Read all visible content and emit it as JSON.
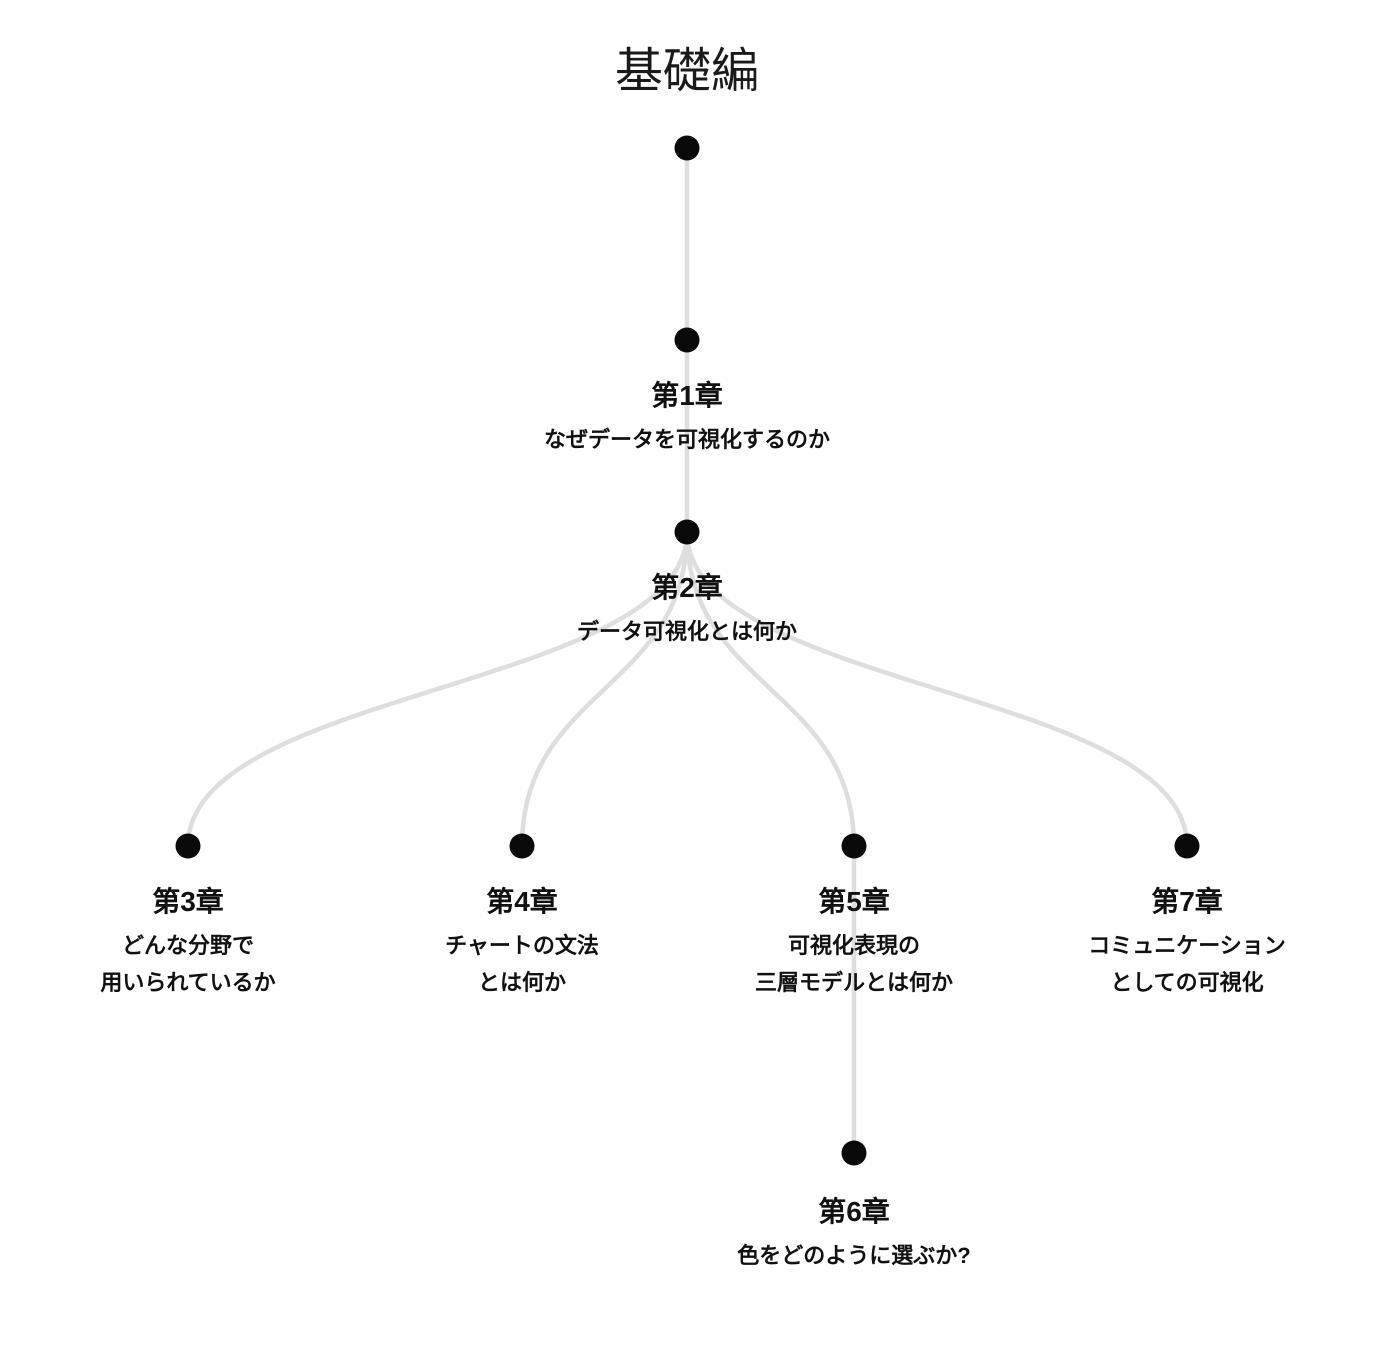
{
  "title": "基礎編",
  "palette": {
    "background": "#ffffff",
    "node_dot": "#0a0a0a",
    "link_line": "#dedede",
    "text": "#111111"
  },
  "nodes": {
    "ch1": {
      "chapter": "第1章",
      "subtitle": "なぜデータを可視化するのか"
    },
    "ch2": {
      "chapter": "第2章",
      "subtitle": "データ可視化とは何か"
    },
    "ch3": {
      "chapter": "第3章",
      "subtitle": "どんな分野で\n用いられているか"
    },
    "ch4": {
      "chapter": "第4章",
      "subtitle": "チャートの文法\nとは何か"
    },
    "ch5": {
      "chapter": "第5章",
      "subtitle": "可視化表現の\n三層モデルとは何か"
    },
    "ch7": {
      "chapter": "第7章",
      "subtitle": "コミュニケーション\nとしての可視化"
    },
    "ch6": {
      "chapter": "第6章",
      "subtitle": "色をどのように選ぶか?"
    }
  },
  "structure": {
    "root_children": [
      "第1章"
    ],
    "edges": [
      [
        "root",
        "第1章"
      ],
      [
        "第1章",
        "第2章"
      ],
      [
        "第2章",
        "第3章"
      ],
      [
        "第2章",
        "第4章"
      ],
      [
        "第2章",
        "第5章"
      ],
      [
        "第2章",
        "第7章"
      ],
      [
        "第5章",
        "第6章"
      ]
    ]
  }
}
